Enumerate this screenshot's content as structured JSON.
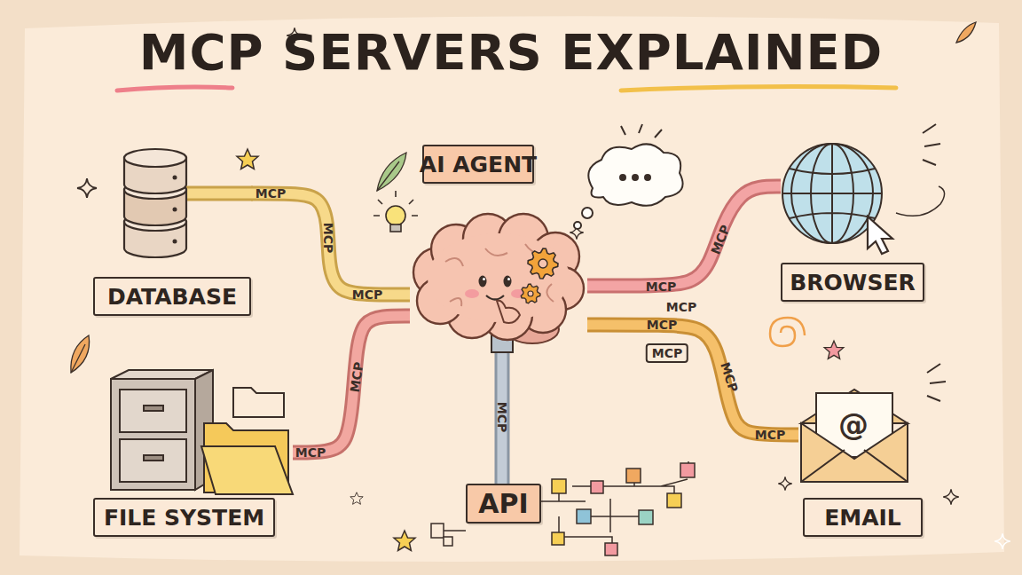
{
  "diagram": {
    "title": "MCP SERVERS EXPLAINED",
    "nodes": [
      {
        "text": [
          "DATABASE"
        ]
      },
      {
        "text": [
          "AI AGENT"
        ]
      },
      {
        "text": [
          "BROWSER"
        ]
      },
      {
        "text": [
          "FILE SYSTEM"
        ]
      },
      {
        "text": [
          "API"
        ]
      },
      {
        "text": [
          "EMAIL"
        ]
      }
    ],
    "edges": [
      {
        "from": 0,
        "to": 1,
        "arrow": "none",
        "label": "MCP"
      },
      {
        "from": 2,
        "to": 1,
        "arrow": "none",
        "label": "MCP"
      },
      {
        "from": 3,
        "to": 1,
        "arrow": "none",
        "label": "MCP"
      },
      {
        "from": 1,
        "to": 4,
        "arrow": "none",
        "label": "MCP"
      },
      {
        "from": 5,
        "to": 1,
        "arrow": "none",
        "label": "MCP"
      }
    ],
    "labels": [
      "MCP",
      "MCP",
      "MCP",
      "MCP",
      "MCP",
      "MCP",
      "MCP",
      "MCP",
      "@"
    ]
  }
}
